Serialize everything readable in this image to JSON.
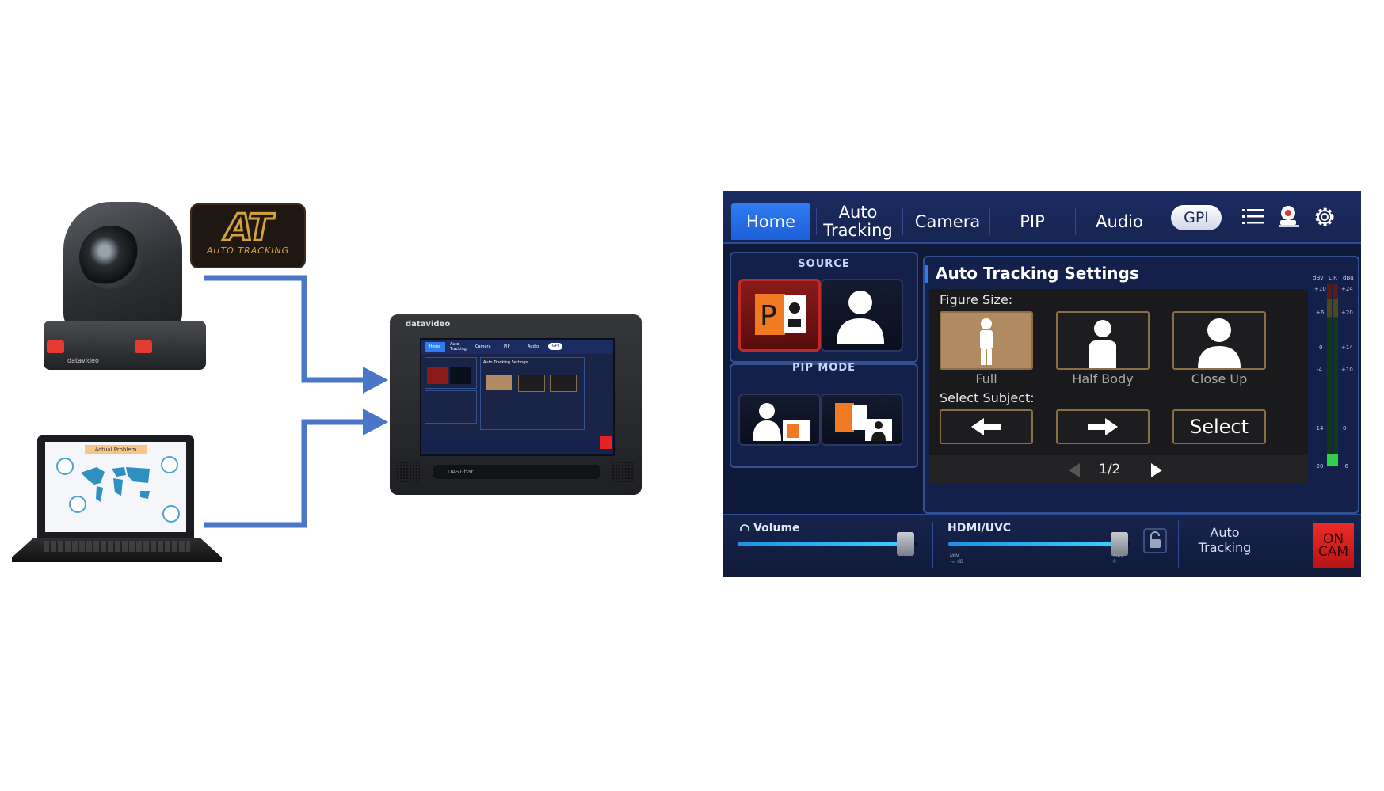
{
  "diagram": {
    "at_logo": {
      "main": "AT",
      "sub": "AUTO TRACKING"
    },
    "laptop_slide_title": "Actual Problem",
    "camera_brand": "datavideo",
    "device_brand": "datavideo",
    "device_model": "DAST-bar"
  },
  "ui": {
    "tabs": [
      {
        "label": "Home",
        "active": true
      },
      {
        "label": "Auto\nTracking",
        "active": false
      },
      {
        "label": "Camera",
        "active": false
      },
      {
        "label": "PIP",
        "active": false
      },
      {
        "label": "Audio",
        "active": false
      }
    ],
    "gpi_label": "GPI",
    "top_icons": [
      "list-icon",
      "camera-user-icon",
      "gear-icon"
    ],
    "source": {
      "title": "SOURCE",
      "buttons": [
        {
          "icon": "ppt-icon",
          "selected": true
        },
        {
          "icon": "person-icon",
          "selected": false
        }
      ]
    },
    "pip_mode": {
      "title": "PIP MODE",
      "buttons": [
        {
          "icon": "person-with-ppt-pip-icon"
        },
        {
          "icon": "ppt-with-person-pip-icon"
        }
      ]
    },
    "settings": {
      "title": "Auto Tracking Settings",
      "figure_size_label": "Figure Size:",
      "figures": [
        {
          "label": "Full",
          "selected": true
        },
        {
          "label": "Half Body",
          "selected": false
        },
        {
          "label": "Close Up",
          "selected": false
        }
      ],
      "select_subject_label": "Select Subject:",
      "subject_buttons": [
        {
          "icon": "arrow-left-icon",
          "label": ""
        },
        {
          "icon": "arrow-right-icon",
          "label": ""
        },
        {
          "icon": "",
          "label": "Select"
        }
      ],
      "page": "1/2"
    },
    "meter": {
      "header_left": "dBV",
      "header_mid": "L R",
      "header_right": "dBu",
      "left_ticks": [
        "+10",
        "+6",
        "0",
        "-4",
        "-14",
        "-20"
      ],
      "right_ticks": [
        "+24",
        "+20",
        "+14",
        "+10",
        "0",
        "-6"
      ]
    },
    "bottom": {
      "volume_label": "Volume",
      "volume_level": 0.93,
      "hdmi_label": "HDMI/UVC",
      "hdmi_level": 0.94,
      "hdmi_min": "MIN\n-∞ dB",
      "hdmi_max": "MAX\n0",
      "auto_tracking_label": "Auto\nTracking",
      "on_cam_label": "ON\nCAM"
    },
    "colors": {
      "active_tab": "#2f7cf0",
      "on_cam": "#e52222",
      "figure_selected": "#b08a60",
      "panel_bg": "#0f1a3a"
    }
  }
}
